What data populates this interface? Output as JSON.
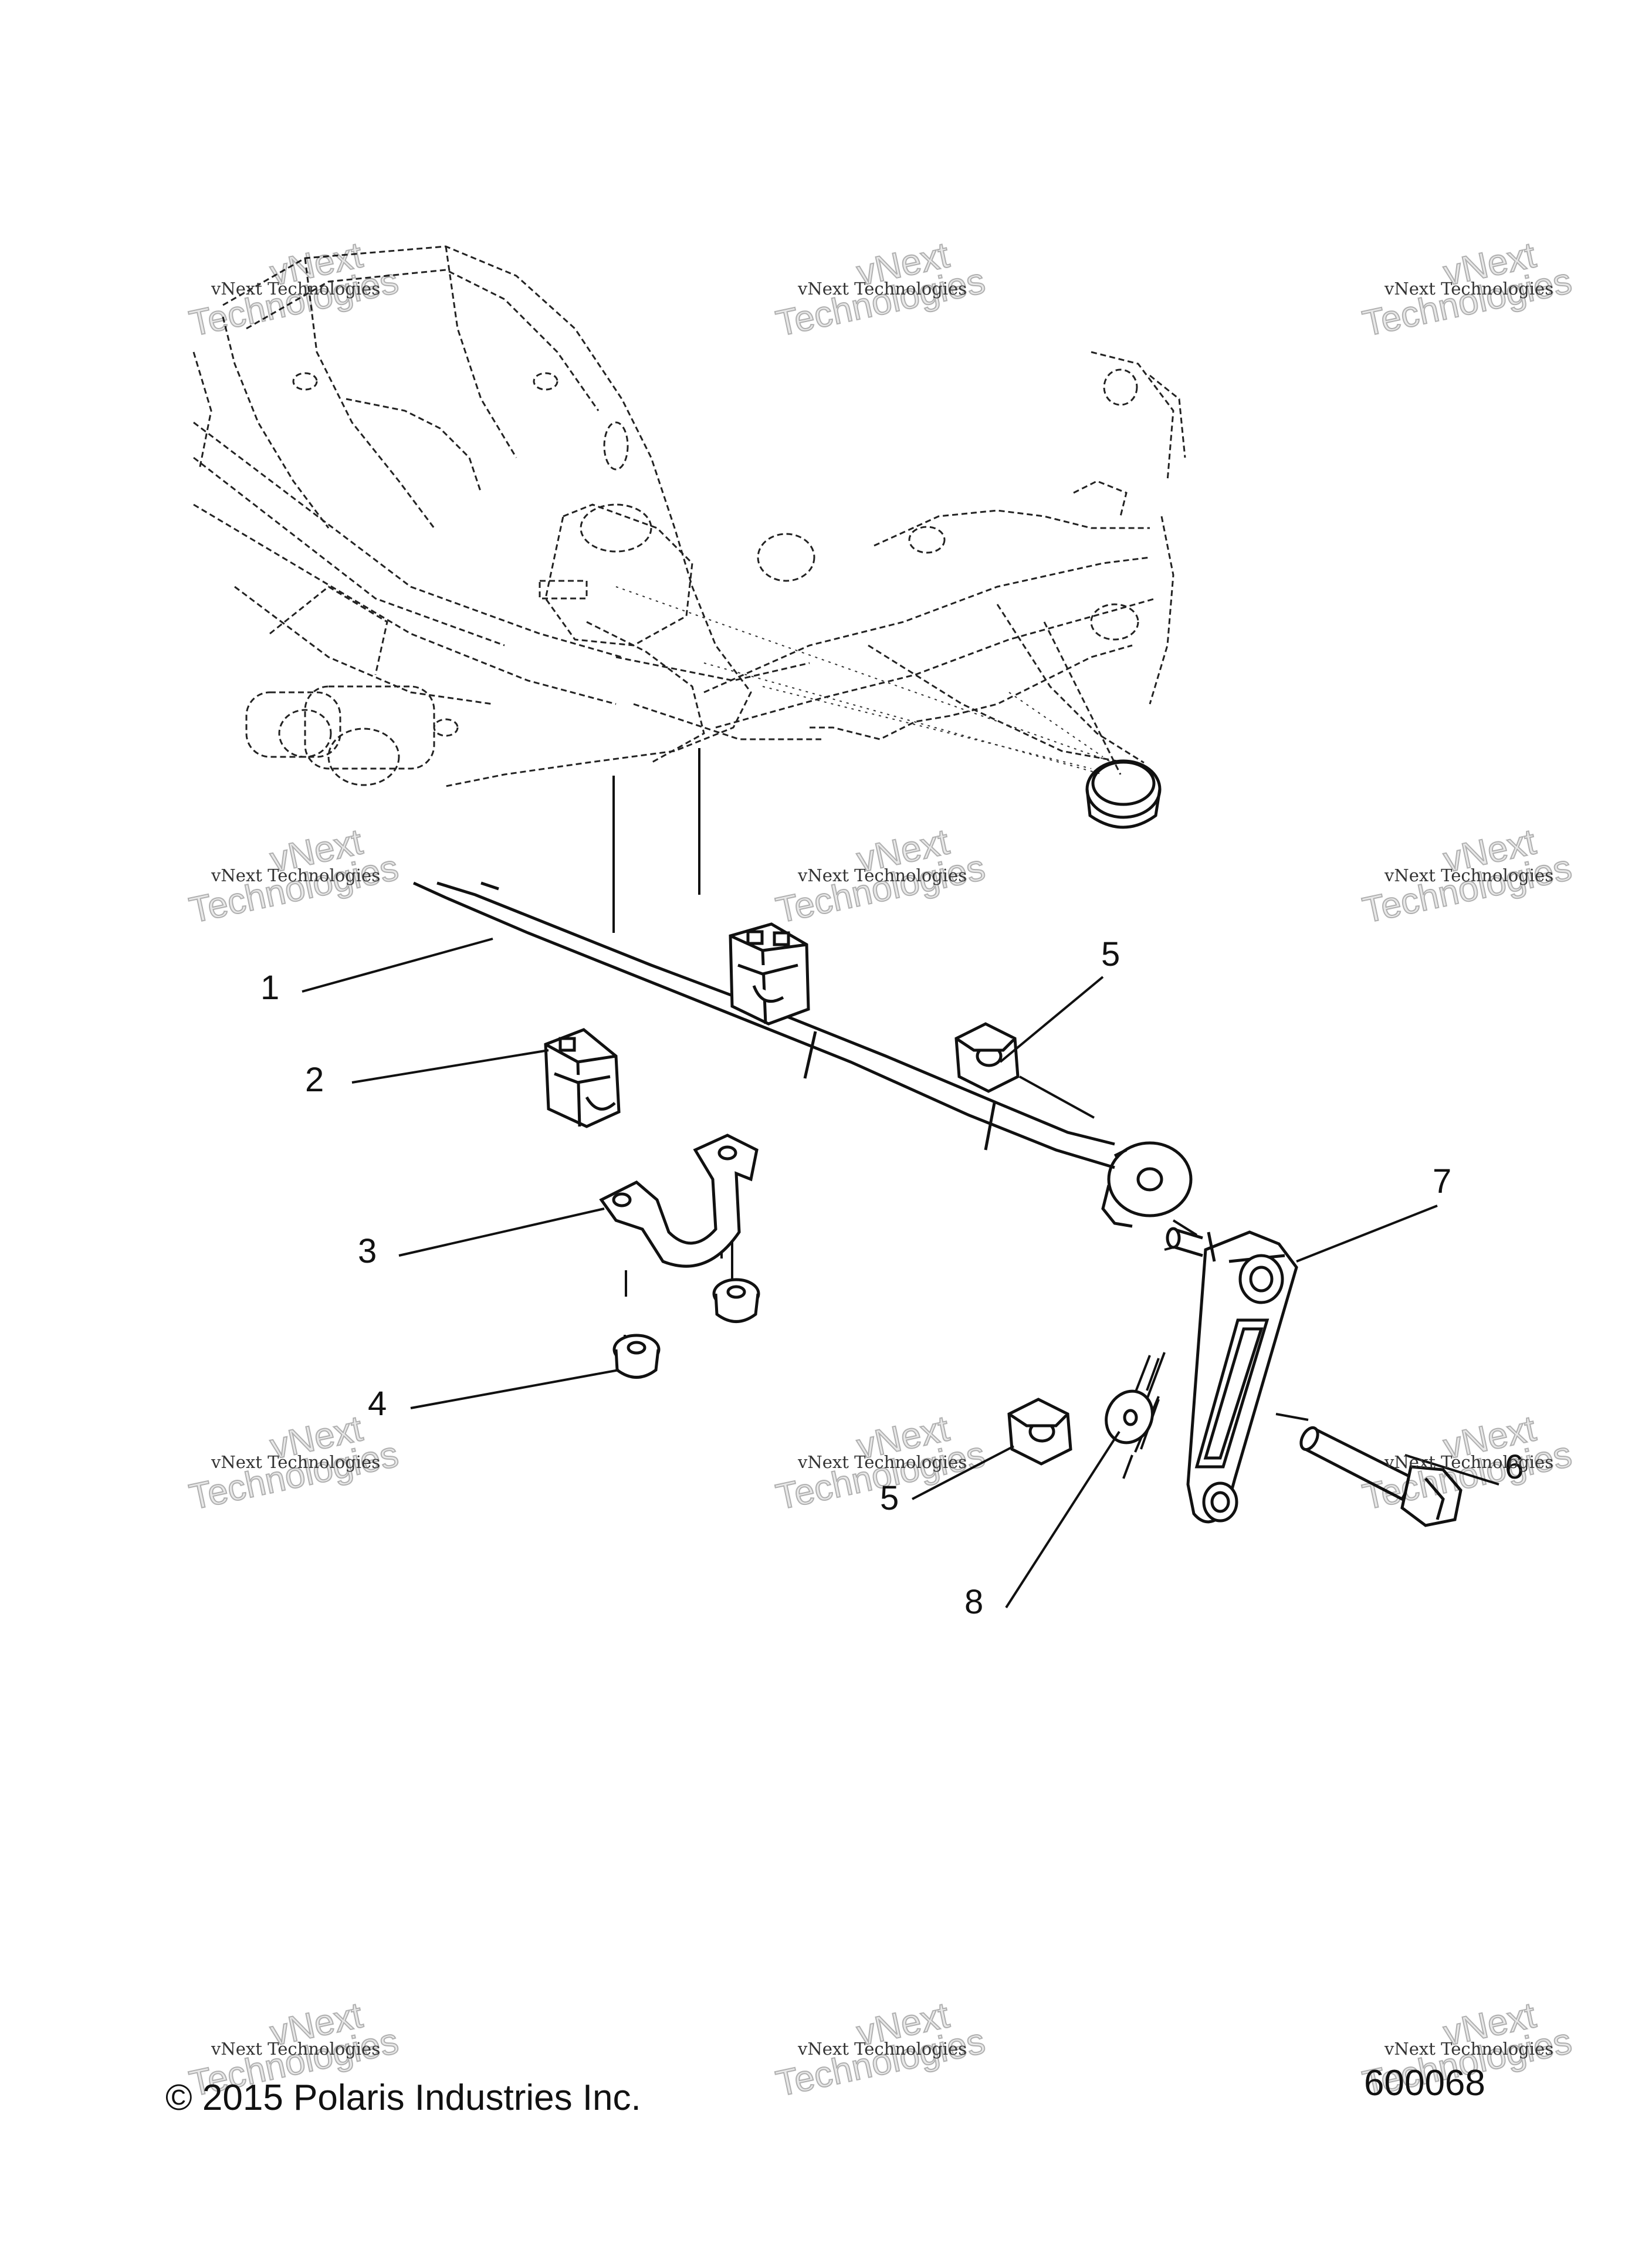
{
  "callouts": [
    {
      "id": "1",
      "label": "1"
    },
    {
      "id": "2",
      "label": "2"
    },
    {
      "id": "3",
      "label": "3"
    },
    {
      "id": "4",
      "label": "4"
    },
    {
      "id": "5a",
      "label": "5"
    },
    {
      "id": "5b",
      "label": "5"
    },
    {
      "id": "6",
      "label": "6"
    },
    {
      "id": "7",
      "label": "7"
    },
    {
      "id": "8",
      "label": "8"
    }
  ],
  "watermark": {
    "small": "vNext Technologies",
    "big_top": "vNext",
    "big_bottom": "Technologies"
  },
  "footer": {
    "copyright": "© 2015 Polaris Industries Inc.",
    "figure_number": "600068"
  }
}
